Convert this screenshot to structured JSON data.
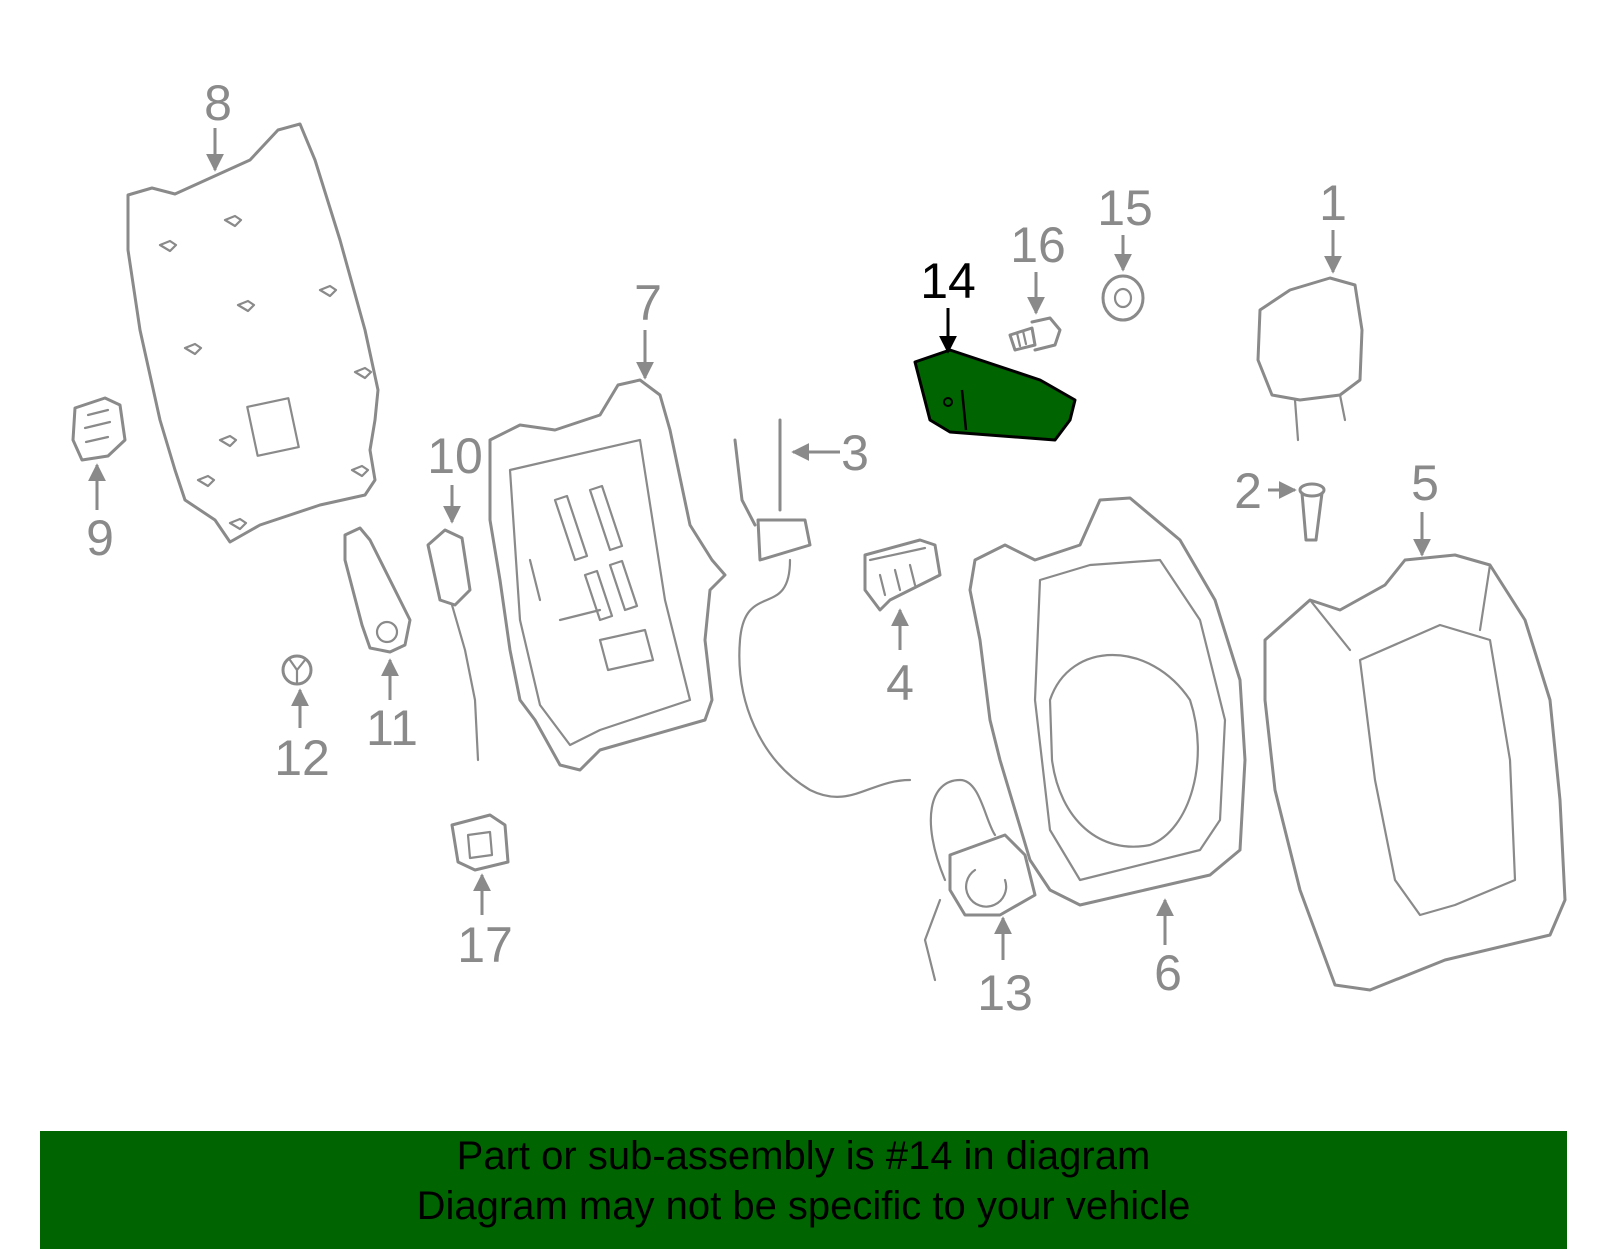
{
  "diagram": {
    "highlight_color": "#006400",
    "part_color": "#8a8a8a",
    "highlighted_part": "14",
    "callouts": [
      "1",
      "2",
      "3",
      "4",
      "5",
      "6",
      "7",
      "8",
      "9",
      "10",
      "11",
      "12",
      "13",
      "14",
      "15",
      "16",
      "17"
    ]
  },
  "banner": {
    "background": "#006400",
    "line1": "Part or sub-assembly is #14 in diagram",
    "line2": "Diagram may not be specific to your vehicle"
  }
}
